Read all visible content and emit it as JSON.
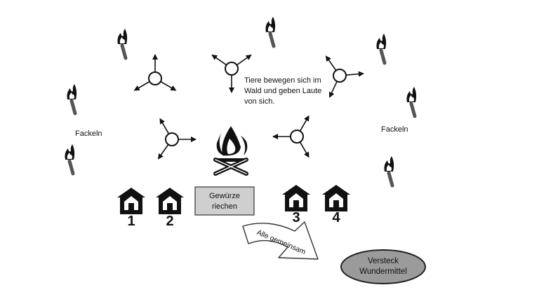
{
  "diagram": {
    "animals_text": "Tiere bewegen sich im Wald und geben Laute von sich.",
    "torches_left_label": "Fackeln",
    "torches_right_label": "Fackeln",
    "spices_box_label": "Gewürze riechen",
    "arrow_label": "Alle gemeinsam",
    "hideout_label": "Versteck Wundermittel",
    "house_numbers": [
      "1",
      "2",
      "3",
      "4"
    ],
    "icons": [
      "torch-icon",
      "animal-movement-icon",
      "campfire-icon",
      "house-icon"
    ],
    "colors": {
      "box_fill": "#cfcfcf",
      "ellipse_fill": "#9b9b9b",
      "ink": "#111111"
    }
  }
}
